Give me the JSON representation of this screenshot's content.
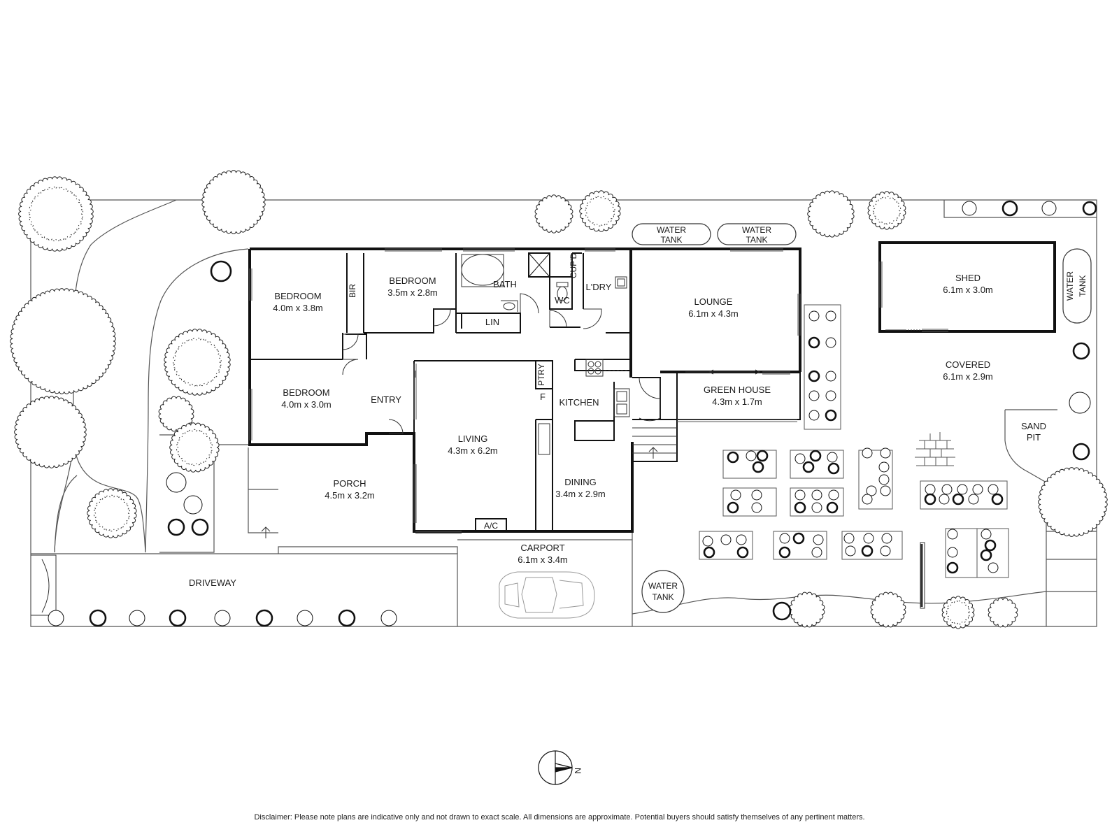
{
  "rooms": {
    "bedroom1": {
      "name": "BEDROOM",
      "dims": "4.0m x 3.8m"
    },
    "bedroom2": {
      "name": "BEDROOM",
      "dims": "3.5m x 2.8m"
    },
    "bedroom3": {
      "name": "BEDROOM",
      "dims": "4.0m x 3.0m"
    },
    "bir": "BIR",
    "bath": "BATH",
    "lin": "LIN",
    "wc": "WC",
    "cupd": "CUP'D",
    "ldry": "L'DRY",
    "entry": "ENTRY",
    "living": {
      "name": "LIVING",
      "dims": "4.3m x 6.2m"
    },
    "ptry": "PTRY",
    "fridge": "F",
    "kitchen": "KITCHEN",
    "dining": {
      "name": "DINING",
      "dims": "3.4m x 2.9m"
    },
    "lounge": {
      "name": "LOUNGE",
      "dims": "6.1m x 4.3m"
    },
    "greenhouse": {
      "name": "GREEN HOUSE",
      "dims": "4.3m x 1.7m"
    },
    "porch": {
      "name": "PORCH",
      "dims": "4.5m x 3.2m"
    },
    "ac": "A/C",
    "carport": {
      "name": "CARPORT",
      "dims": "6.1m x 3.4m"
    },
    "driveway": "DRIVEWAY",
    "shed": {
      "name": "SHED",
      "dims": "6.1m x 3.0m"
    },
    "covered": {
      "name": "COVERED",
      "dims": "6.1m x 2.9m"
    },
    "sandpit": {
      "line1": "SAND",
      "line2": "PIT"
    }
  },
  "tanks": {
    "tank1": {
      "line1": "WATER",
      "line2": "TANK"
    },
    "tank2": {
      "line1": "WATER",
      "line2": "TANK"
    },
    "tank3": {
      "line1": "WATER",
      "line2": "TANK"
    },
    "tank4": {
      "line1": "WATER",
      "line2": "TANK"
    }
  },
  "compass": "N",
  "disclaimer": "Disclaimer: Please note plans are indicative only and not drawn to exact scale. All dimensions are approximate. Potential buyers should satisfy themselves of any pertinent matters.",
  "colors": {
    "wall": "#111111",
    "line": "#555555",
    "bg": "#ffffff"
  }
}
